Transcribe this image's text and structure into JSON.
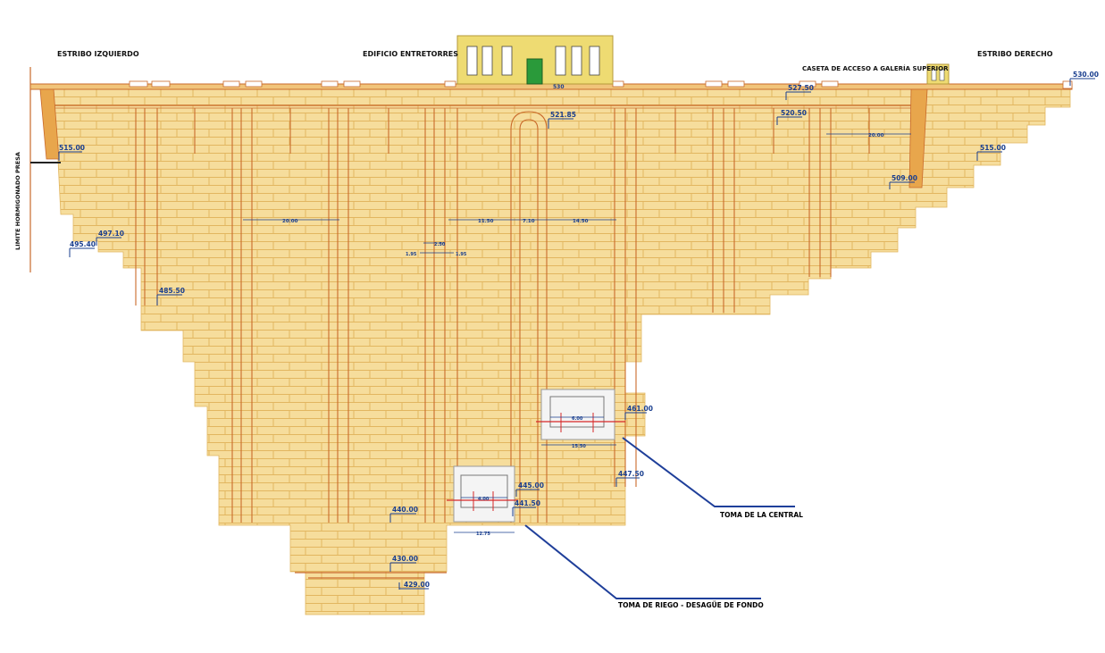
{
  "headers": {
    "left_abutment": "ESTRIBO IZQUIERDO",
    "building": "EDIFICIO ENTRETORRES",
    "right_abutment": "ESTRIBO DERECHO",
    "access_hut": "CASETA DE ACCESO A GALERÍA SUPERIOR",
    "side_limit": "LIMITE HORMIGONADO PRESA"
  },
  "elevations": {
    "crest_right": "530.00",
    "crest_center": "530",
    "right_527": "527.50",
    "center_521": "521.85",
    "right_520": "520.50",
    "left_515": "515.00",
    "right_515": "515.00",
    "right_509": "509.00",
    "left_497": "497.10",
    "left_495": "495.40",
    "left_485": "485.50",
    "intake_461": "461.00",
    "intake_447": "447.50",
    "outlet_445": "445.00",
    "outlet_441": "441.50",
    "base_440": "440.00",
    "base_430": "430.00",
    "base_429": "429.00"
  },
  "dimensions": {
    "left_span": "20.00",
    "right_span": "20.00",
    "center_a": "11.50",
    "center_b": "7.10",
    "center_c": "14.50",
    "joint_a": "2.50",
    "joint_b": "1.95",
    "joint_c": "1.95",
    "intake_inner": "6.00",
    "intake_width": "15.50",
    "outlet_inner": "4.00",
    "outlet_width": "12.75"
  },
  "callouts": {
    "central_intake": "TOMA DE LA CENTRAL",
    "bottom_outlet": "TOMA DE RIEGO - DESAGÜE DE FONDO"
  },
  "colors": {
    "concrete": "#f5dc9a",
    "brick_line": "#e4b65c",
    "gallery": "#c96a2b",
    "annotation": "#1a3f8f",
    "callout_line": "#1f3f9a"
  }
}
